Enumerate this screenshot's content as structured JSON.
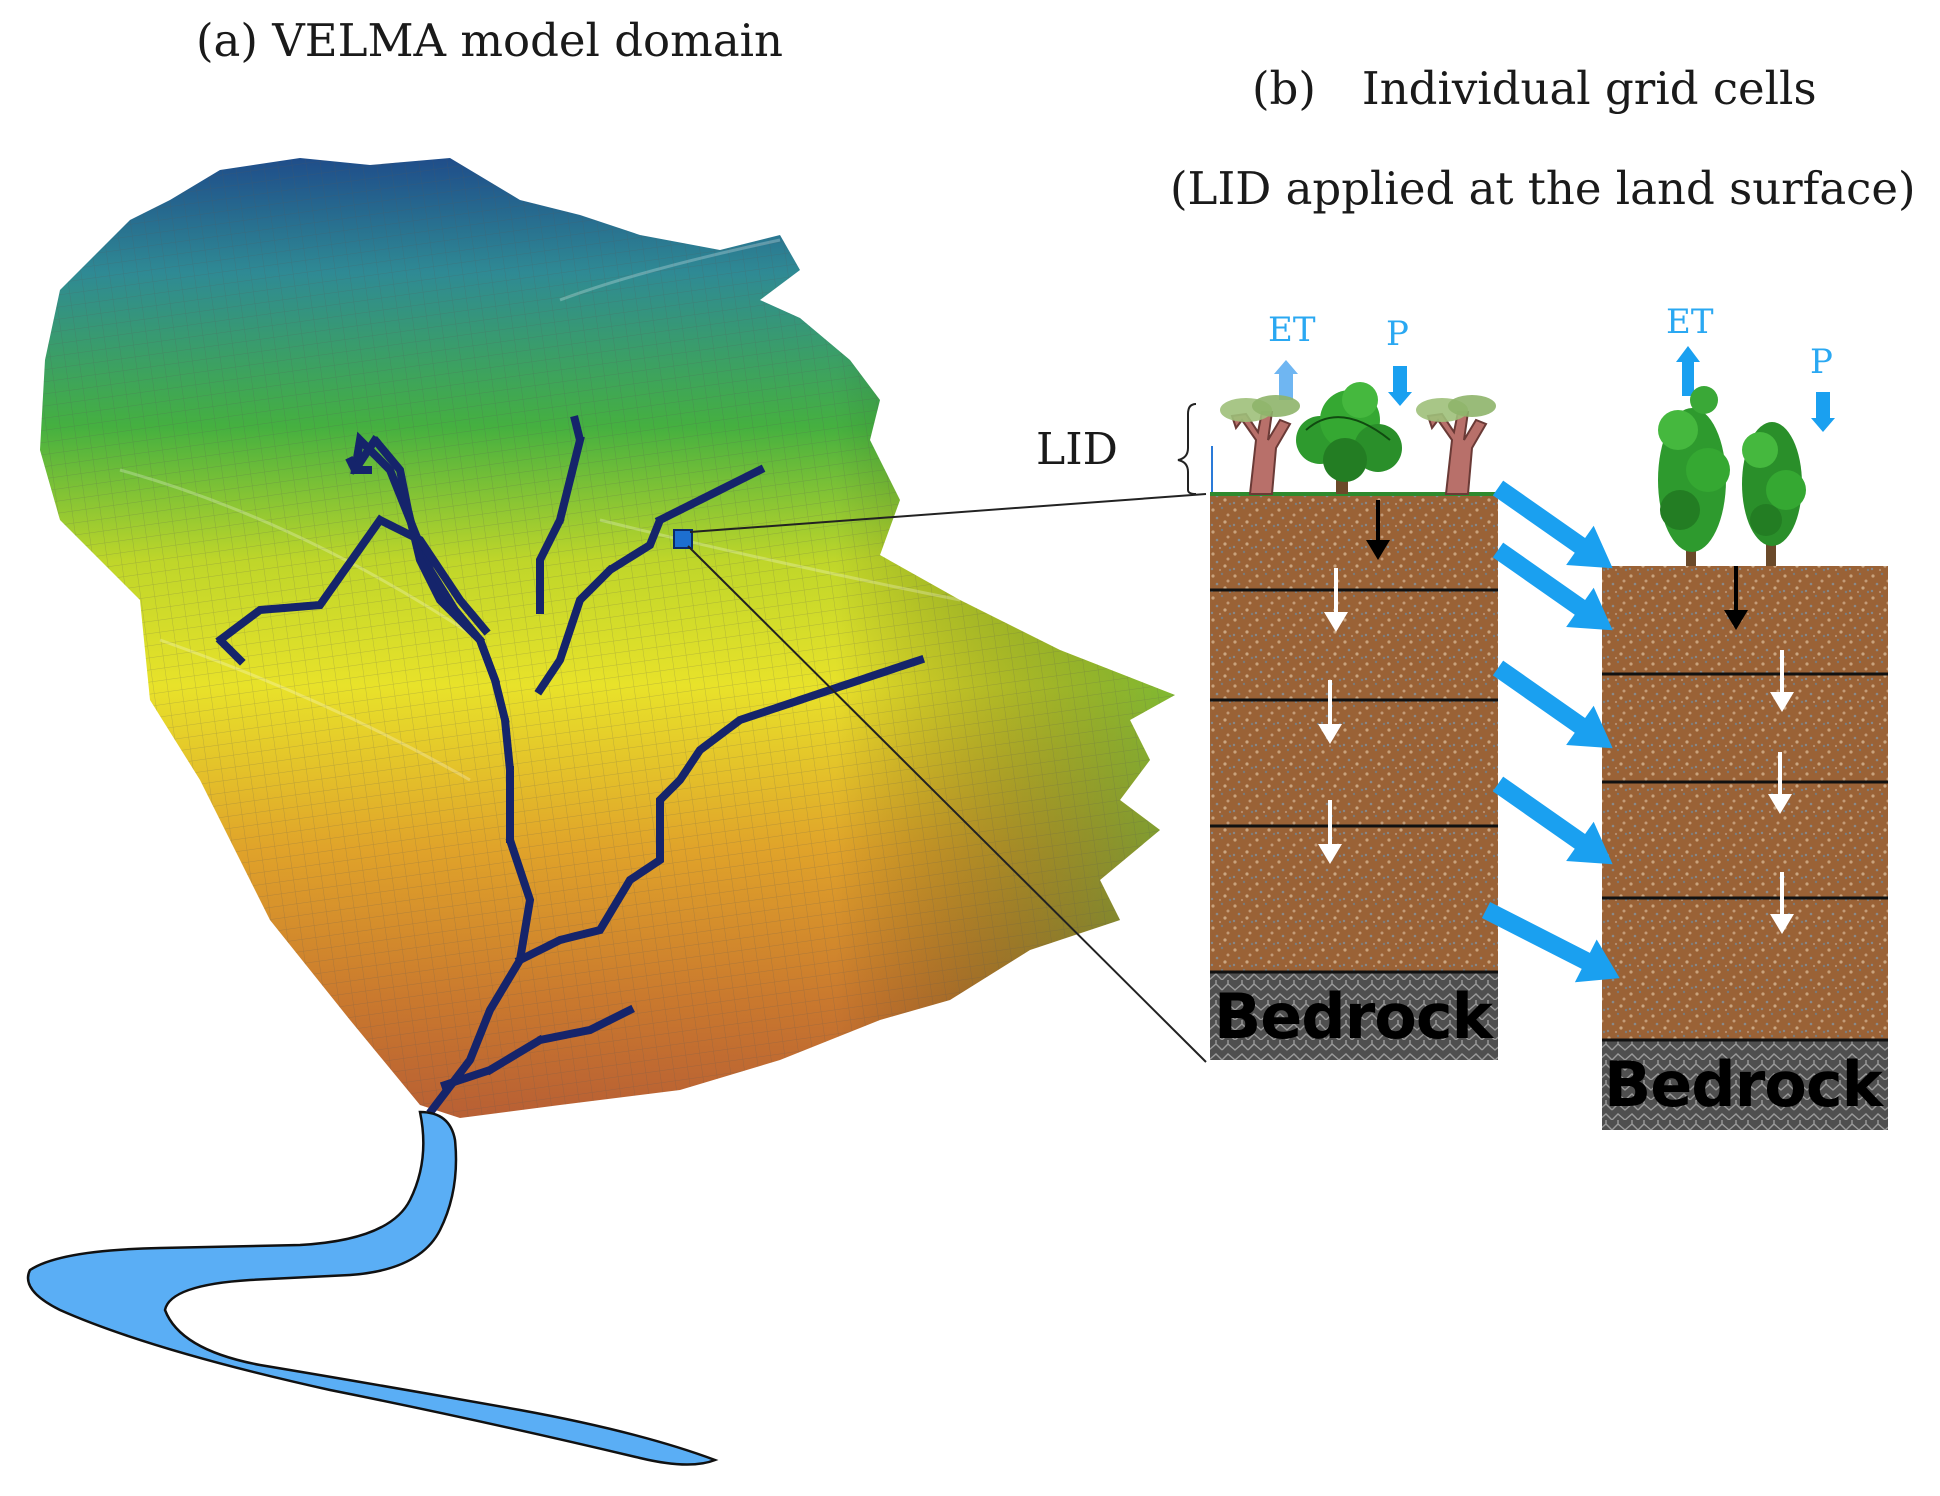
{
  "panel_a": {
    "title": "(a) VELMA model domain"
  },
  "panel_b": {
    "label": "(b)",
    "title": "Individual grid cells",
    "subtitle": "(LID applied at the land surface)",
    "lid_label": "LID",
    "cell_left": {
      "et_label": "ET",
      "p_label": "P",
      "bedrock_label": "Bedrock"
    },
    "cell_right": {
      "et_label": "ET",
      "p_label": "P",
      "bedrock_label": "Bedrock"
    }
  },
  "colors": {
    "soil": "#9a6236",
    "bedrock": "#555555",
    "flow_arrow": "#1aa0f0",
    "stream": "#15246b",
    "river": "#5aaef5"
  }
}
